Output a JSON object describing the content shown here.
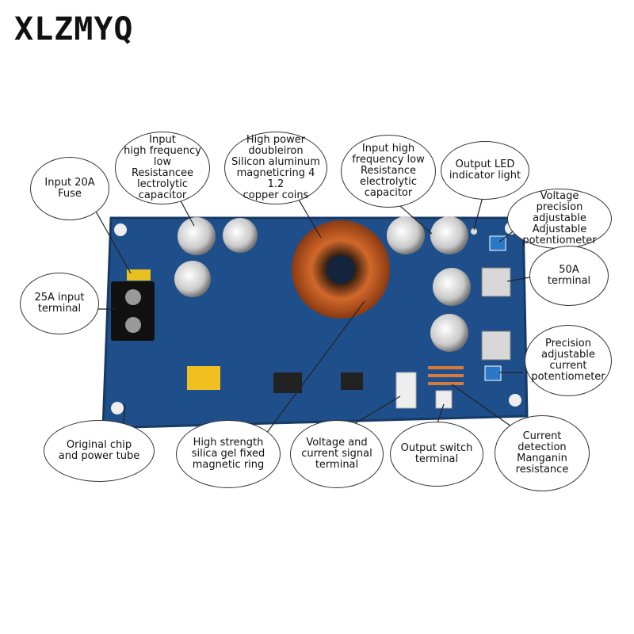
{
  "brand": "XLZMYQ",
  "callouts": {
    "fuse": "Input 20A\nFuse",
    "input_cap": "Input\nhigh frequency\nlow Resistancee\nlectrolytic\ncapacitor",
    "magnetic_ring": "High power\ndoubleiron\nSilicon aluminum\nmagneticring 4 1.2\ncopper coins",
    "output_cap": "Input high\nfrequency low\nResistance\nelectrolytic\ncapacitor",
    "output_led": "Output LED\nindicator light",
    "voltage_pot": "Voltage\nprecision adjustable\nAdjustable\npotentiometer",
    "input_terminal": "25A input\nterminal",
    "output_terminal": "50A\nterminal",
    "current_pot": "Precision\nadjustable\ncurrent\npotentiometer",
    "chip": "Original chip\nand power tube",
    "silica_gel": "High strength\nsilica gel fixed\nmagnetic ring",
    "signal_terminal": "Voltage and\ncurrent signal\nterminal",
    "switch_terminal": "Output switch\nterminal",
    "manganin": "Current\ndetection\nManganin\nresistance"
  },
  "colors": {
    "pcb": "#1f4f8a",
    "copper": "#c2571f",
    "outline": "#333333"
  }
}
